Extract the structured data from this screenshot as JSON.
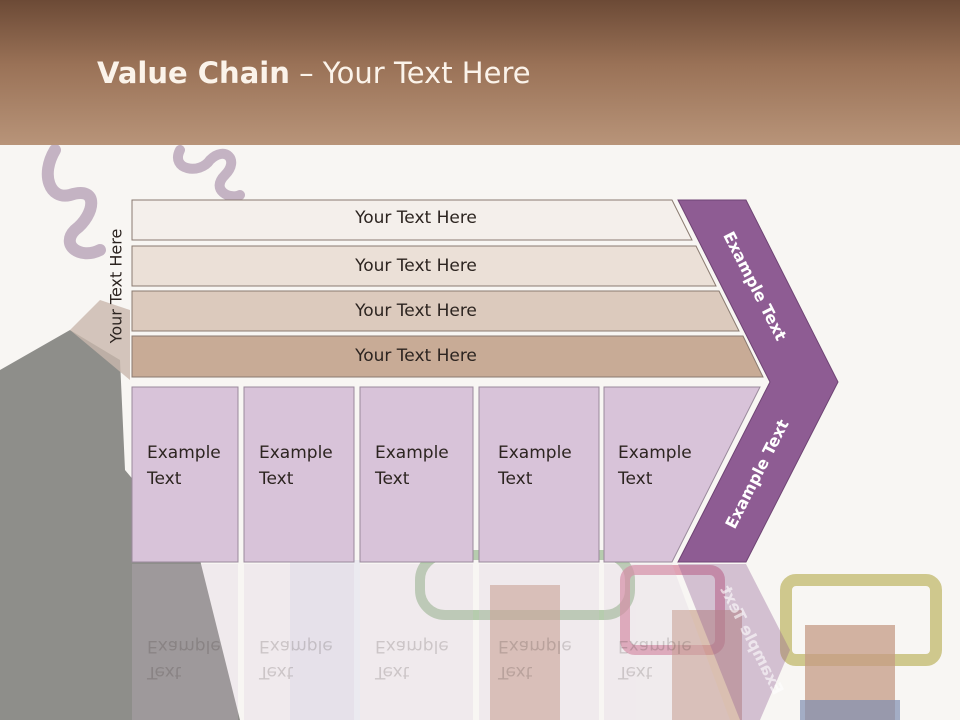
{
  "slide": {
    "title_bold": "Value Chain",
    "title_rest": " – Your Text Here",
    "side_label": "Your Text Here",
    "bars": [
      "Your Text Here",
      "Your Text Here",
      "Your Text Here",
      "Your Text Here"
    ],
    "boxes": [
      {
        "line1": "Example",
        "line2": "Text"
      },
      {
        "line1": "Example",
        "line2": "Text"
      },
      {
        "line1": "Example",
        "line2": "Text"
      },
      {
        "line1": "Example",
        "line2": "Text"
      },
      {
        "line1": "Example",
        "line2": "Text"
      }
    ],
    "chevron_top": "Example Text",
    "chevron_bottom": "Example Text"
  },
  "colors": {
    "bar1": "#f4efeb",
    "bar2": "#ebe0d7",
    "bar3": "#dccabd",
    "bar4": "#c8ab96",
    "boxes": "#d8c3d9",
    "chevron": "#8e5c93",
    "header": "#8a624a"
  }
}
